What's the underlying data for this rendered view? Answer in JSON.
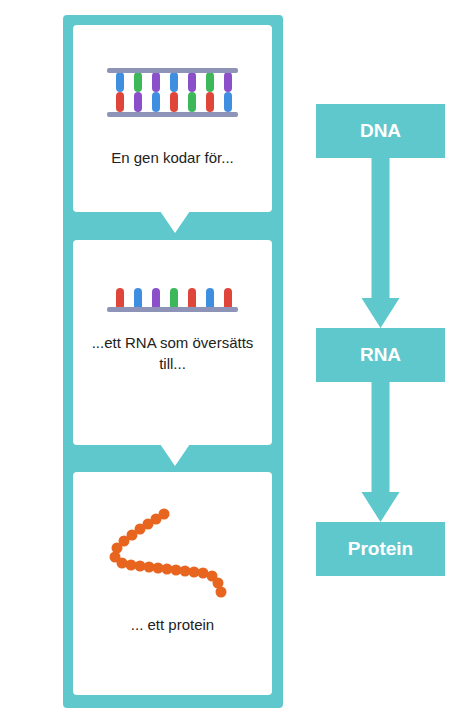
{
  "diagram": {
    "nodes": [
      {
        "text": [
          "En gen kodar för..."
        ]
      },
      {
        "text": [
          "...ett RNA som översätts till..."
        ]
      },
      {
        "text": [
          "... ett protein"
        ]
      },
      {
        "text": [
          "DNA"
        ]
      },
      {
        "text": [
          "RNA"
        ]
      },
      {
        "text": [
          "Protein"
        ]
      }
    ],
    "edges": [
      {
        "from": 3,
        "to": 4,
        "arrow": "to"
      },
      {
        "from": 4,
        "to": 5,
        "arrow": "to"
      }
    ]
  }
}
